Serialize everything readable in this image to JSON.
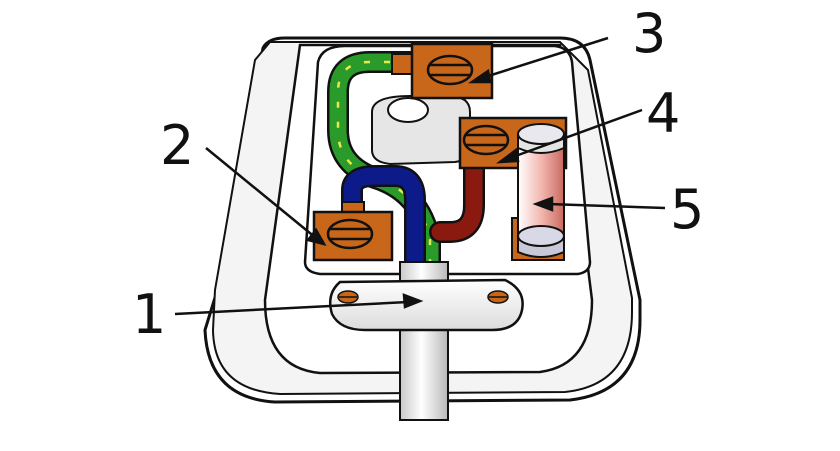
{
  "labels": {
    "cord_grip": "1",
    "neutral_terminal": "2",
    "earth_terminal": "3",
    "live_terminal": "4",
    "fuse": "5"
  },
  "colors": {
    "terminal_brass": "#c8661a",
    "earth_wire": "#2a9a2a",
    "earth_stripe": "#e8e84a",
    "neutral_wire": "#0d1a8a",
    "live_wire": "#8a1a10",
    "fuse_body": "#f0b0a8",
    "fuse_cap": "#c8c8d8",
    "plug_body": "#ffffff",
    "outline": "#111111"
  }
}
